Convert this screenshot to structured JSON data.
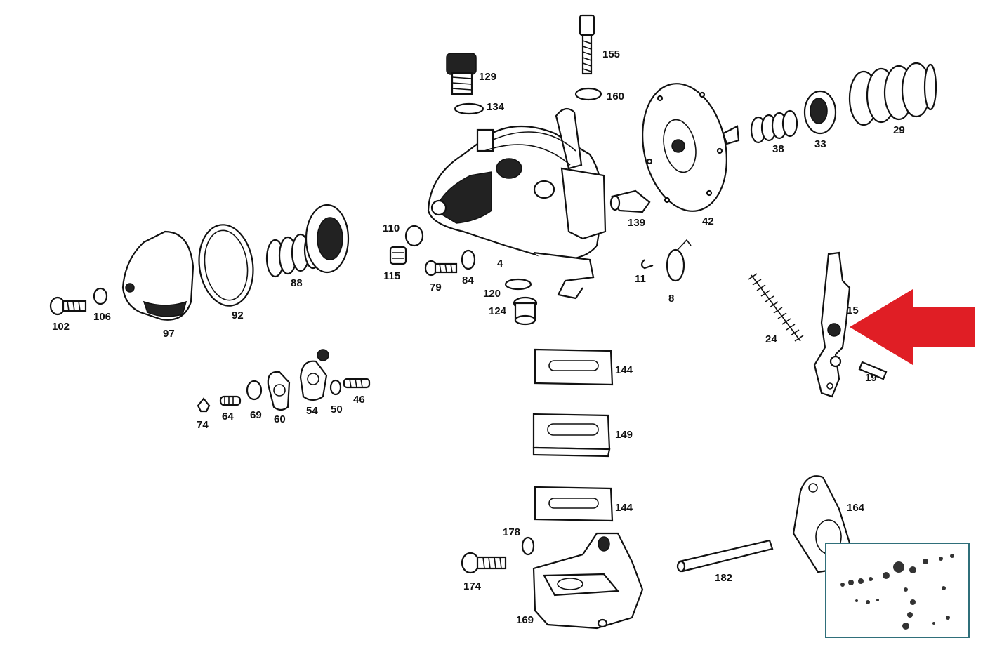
{
  "labels": {
    "p155": "155",
    "p129": "129",
    "p160": "160",
    "p134": "134",
    "p42": "42",
    "p38": "38",
    "p33": "33",
    "p29": "29",
    "p139": "139",
    "p110": "110",
    "p115": "115",
    "p79": "79",
    "p84": "84",
    "p4": "4",
    "p120": "120",
    "p124": "124",
    "p11": "11",
    "p8": "8",
    "p102": "102",
    "p106": "106",
    "p97": "97",
    "p92": "92",
    "p88": "88",
    "p74": "74",
    "p64": "64",
    "p69": "69",
    "p60": "60",
    "p54": "54",
    "p50": "50",
    "p46": "46",
    "p15": "15",
    "p24": "24",
    "p19": "19",
    "p144a": "144",
    "p149": "149",
    "p144b": "144",
    "p178": "178",
    "p174": "174",
    "p169": "169",
    "p182": "182",
    "p164": "164"
  },
  "highlight": {
    "target_part": "15",
    "arrow_color": "#e01e25"
  },
  "colors": {
    "line": "#111111",
    "inset_border": "#2f6f7a"
  }
}
